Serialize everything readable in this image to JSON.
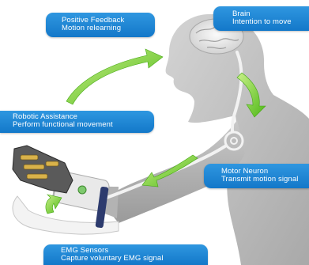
{
  "callouts": {
    "feedback": {
      "title": "Positive Feedback",
      "subtitle": "Motion relearning"
    },
    "brain": {
      "title": "Brain",
      "subtitle": "Intention to move"
    },
    "robotic": {
      "title": "Robotic Assistance",
      "subtitle": "Perform functional movement"
    },
    "motor": {
      "title": "Motor Neuron",
      "subtitle": "Transmit motion signal"
    },
    "emg": {
      "title": "EMG Sensors",
      "subtitle": "Capture voluntary EMG signal"
    }
  },
  "colors": {
    "callout_blue": "#1a80d0",
    "arrow_green": "#66cc22",
    "silhouette": "#bdbdbd",
    "nerve": "#f2f2f2"
  }
}
